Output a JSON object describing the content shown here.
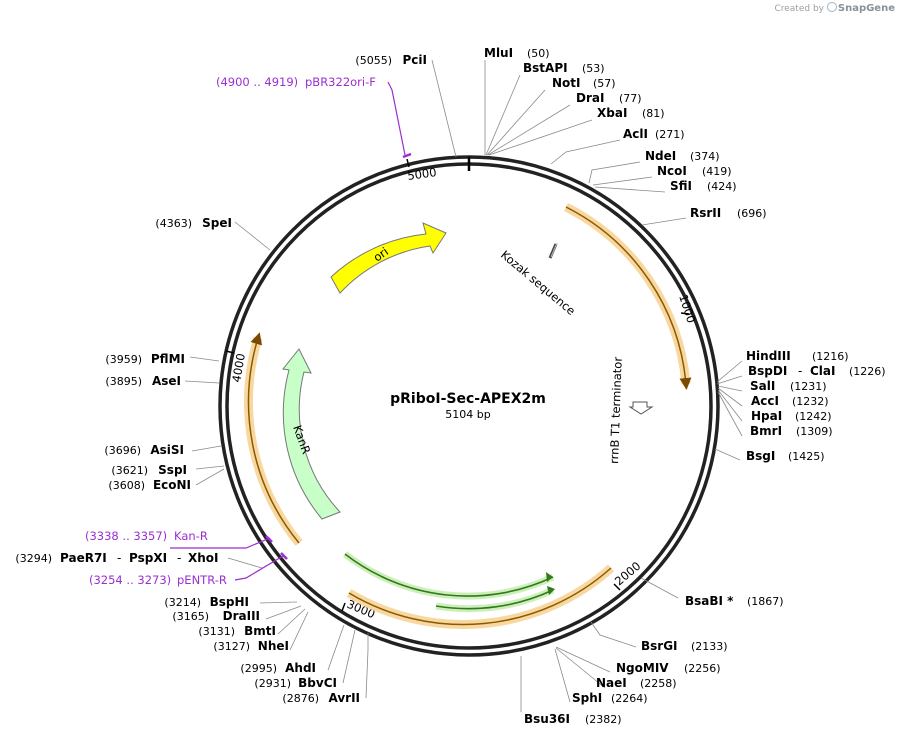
{
  "branding": {
    "created_by": "Created by",
    "product": "SnapGene"
  },
  "plasmid": {
    "name": "pRiboI-Sec-APEX2m",
    "length_label": "5104 bp",
    "length_bp": 5104
  },
  "ticks": [
    "1000",
    "2000",
    "3000",
    "4000",
    "5000"
  ],
  "features": [
    {
      "name": "ori",
      "type": "rep_origin",
      "color": "#ffff00"
    },
    {
      "name": "KanR",
      "type": "CDS",
      "color": "#c8ffc8"
    },
    {
      "name": "Kozak sequence",
      "type": "misc"
    },
    {
      "name": "rrnB T1 terminator",
      "type": "terminator"
    }
  ],
  "enzymes": [
    {
      "name": "MluI",
      "pos": "(50)"
    },
    {
      "name": "BstAPI",
      "pos": "(53)"
    },
    {
      "name": "NotI",
      "pos": "(57)"
    },
    {
      "name": "DraI",
      "pos": "(77)"
    },
    {
      "name": "XbaI",
      "pos": "(81)"
    },
    {
      "name": "AclI",
      "pos": "(271)"
    },
    {
      "name": "NdeI",
      "pos": "(374)"
    },
    {
      "name": "NcoI",
      "pos": "(419)"
    },
    {
      "name": "SfiI",
      "pos": "(424)"
    },
    {
      "name": "RsrII",
      "pos": "(696)"
    },
    {
      "name": "HindIII",
      "pos": "(1216)"
    },
    {
      "name": "BspDI",
      "sep": "-",
      "name2": "ClaI",
      "pos": "(1226)"
    },
    {
      "name": "SalI",
      "pos": "(1231)"
    },
    {
      "name": "AccI",
      "pos": "(1232)"
    },
    {
      "name": "HpaI",
      "pos": "(1242)"
    },
    {
      "name": "BmrI",
      "pos": "(1309)"
    },
    {
      "name": "BsgI",
      "pos": "(1425)"
    },
    {
      "name": "BsaBI *",
      "pos": "(1867)"
    },
    {
      "name": "BsrGI",
      "pos": "(2133)"
    },
    {
      "name": "NgoMIV",
      "pos": "(2256)"
    },
    {
      "name": "NaeI",
      "pos": "(2258)"
    },
    {
      "name": "SphI",
      "pos": "(2264)"
    },
    {
      "name": "Bsu36I",
      "pos": "(2382)"
    },
    {
      "name": "AvrII",
      "pos": "(2876)"
    },
    {
      "name": "BbvCI",
      "pos": "(2931)"
    },
    {
      "name": "AhdI",
      "pos": "(2995)"
    },
    {
      "name": "NheI",
      "pos": "(3127)"
    },
    {
      "name": "BmtI",
      "pos": "(3131)"
    },
    {
      "name": "DraIII",
      "pos": "(3165)"
    },
    {
      "name": "BspHI",
      "pos": "(3214)"
    },
    {
      "name": "PaeR7I",
      "sep": "-",
      "name2": "PspXI",
      "sep2": "-",
      "name3": "XhoI",
      "pos": "(3294)"
    },
    {
      "name": "EcoNI",
      "pos": "(3608)"
    },
    {
      "name": "SspI",
      "pos": "(3621)"
    },
    {
      "name": "AsiSI",
      "pos": "(3696)"
    },
    {
      "name": "AseI",
      "pos": "(3895)"
    },
    {
      "name": "PflMI",
      "pos": "(3959)"
    },
    {
      "name": "SpeI",
      "pos": "(4363)"
    },
    {
      "name": "PciI",
      "pos": "(5055)"
    }
  ],
  "primers": [
    {
      "range": "(4900 .. 4919)",
      "name": "pBR322ori-F"
    },
    {
      "range": "(3338 .. 3357)",
      "name": "Kan-R"
    },
    {
      "range": "(3254 .. 3273)",
      "name": "pENTR-R"
    }
  ]
}
